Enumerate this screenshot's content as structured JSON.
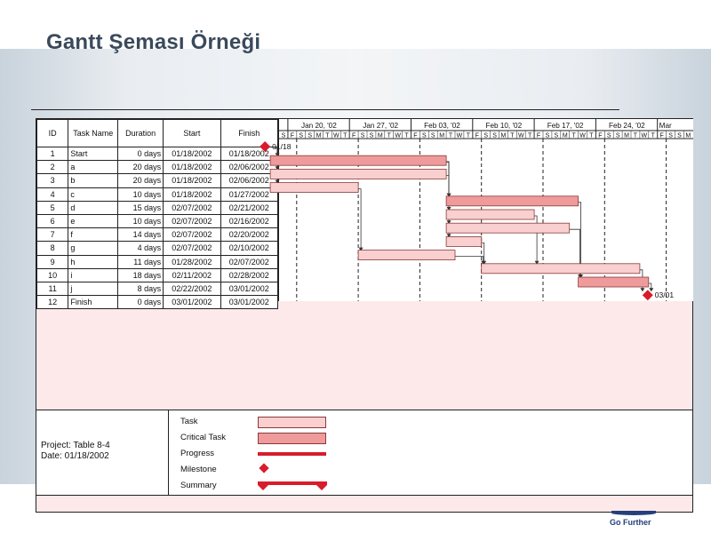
{
  "title": "Gantt Şeması Örneği",
  "table": {
    "headers": [
      "ID",
      "Task Name",
      "Duration",
      "Start",
      "Finish"
    ],
    "rows": [
      {
        "id": "1",
        "name": "Start",
        "duration": "0 days",
        "start": "01/18/2002",
        "finish": "01/18/2002"
      },
      {
        "id": "2",
        "name": "a",
        "duration": "20 days",
        "start": "01/18/2002",
        "finish": "02/06/2002"
      },
      {
        "id": "3",
        "name": "b",
        "duration": "20 days",
        "start": "01/18/2002",
        "finish": "02/06/2002"
      },
      {
        "id": "4",
        "name": "c",
        "duration": "10 days",
        "start": "01/18/2002",
        "finish": "01/27/2002"
      },
      {
        "id": "5",
        "name": "d",
        "duration": "15 days",
        "start": "02/07/2002",
        "finish": "02/21/2002"
      },
      {
        "id": "6",
        "name": "e",
        "duration": "10 days",
        "start": "02/07/2002",
        "finish": "02/16/2002"
      },
      {
        "id": "7",
        "name": "f",
        "duration": "14 days",
        "start": "02/07/2002",
        "finish": "02/20/2002"
      },
      {
        "id": "8",
        "name": "g",
        "duration": "4 days",
        "start": "02/07/2002",
        "finish": "02/10/2002"
      },
      {
        "id": "9",
        "name": "h",
        "duration": "11 days",
        "start": "01/28/2002",
        "finish": "02/07/2002"
      },
      {
        "id": "10",
        "name": "i",
        "duration": "18 days",
        "start": "02/11/2002",
        "finish": "02/28/2002"
      },
      {
        "id": "11",
        "name": "j",
        "duration": "8 days",
        "start": "02/22/2002",
        "finish": "03/01/2002"
      },
      {
        "id": "12",
        "name": "Finish",
        "duration": "0 days",
        "start": "03/01/2002",
        "finish": "03/01/2002"
      }
    ]
  },
  "timeline": {
    "weeks": [
      "Jan 20, '02",
      "Jan 27, '02",
      "Feb 03, '02",
      "Feb 10, '02",
      "Feb 17, '02",
      "Feb 24, '02",
      "Mar"
    ],
    "day_letters": [
      "S",
      "F",
      "S",
      "S",
      "M",
      "T",
      "W",
      "T",
      "F",
      "S",
      "S",
      "M",
      "T",
      "W",
      "T",
      "F",
      "S",
      "S",
      "M",
      "T",
      "W",
      "T",
      "F",
      "S",
      "S",
      "M",
      "T",
      "W",
      "T",
      "F",
      "S",
      "S",
      "M",
      "T",
      "W",
      "T",
      "F",
      "S",
      "S",
      "M",
      "T",
      "W",
      "T",
      "F",
      "S",
      "S",
      "M"
    ],
    "milestone_labels": {
      "start": "01/18",
      "finish": "03/01"
    }
  },
  "chart_data": {
    "type": "gantt",
    "tasks": [
      {
        "id": 1,
        "name": "Start",
        "start": "2002-01-18",
        "finish": "2002-01-18",
        "kind": "milestone"
      },
      {
        "id": 2,
        "name": "a",
        "start": "2002-01-18",
        "finish": "2002-02-06",
        "kind": "critical"
      },
      {
        "id": 3,
        "name": "b",
        "start": "2002-01-18",
        "finish": "2002-02-06",
        "kind": "task"
      },
      {
        "id": 4,
        "name": "c",
        "start": "2002-01-18",
        "finish": "2002-01-27",
        "kind": "task"
      },
      {
        "id": 5,
        "name": "d",
        "start": "2002-02-07",
        "finish": "2002-02-21",
        "kind": "critical"
      },
      {
        "id": 6,
        "name": "e",
        "start": "2002-02-07",
        "finish": "2002-02-16",
        "kind": "task"
      },
      {
        "id": 7,
        "name": "f",
        "start": "2002-02-07",
        "finish": "2002-02-20",
        "kind": "task"
      },
      {
        "id": 8,
        "name": "g",
        "start": "2002-02-07",
        "finish": "2002-02-10",
        "kind": "task"
      },
      {
        "id": 9,
        "name": "h",
        "start": "2002-01-28",
        "finish": "2002-02-07",
        "kind": "task"
      },
      {
        "id": 10,
        "name": "i",
        "start": "2002-02-11",
        "finish": "2002-02-28",
        "kind": "task"
      },
      {
        "id": 11,
        "name": "j",
        "start": "2002-02-22",
        "finish": "2002-03-01",
        "kind": "critical"
      },
      {
        "id": 12,
        "name": "Finish",
        "start": "2002-03-01",
        "finish": "2002-03-01",
        "kind": "milestone"
      }
    ],
    "links": [
      [
        1,
        2
      ],
      [
        1,
        3
      ],
      [
        1,
        4
      ],
      [
        2,
        5
      ],
      [
        2,
        6
      ],
      [
        2,
        7
      ],
      [
        2,
        8
      ],
      [
        3,
        5
      ],
      [
        4,
        9
      ],
      [
        6,
        10
      ],
      [
        8,
        10
      ],
      [
        5,
        11
      ],
      [
        7,
        11
      ],
      [
        9,
        10
      ],
      [
        10,
        12
      ],
      [
        11,
        12
      ]
    ]
  },
  "legend": {
    "project": "Project: Table 8-4",
    "date": "Date: 01/18/2002",
    "items": [
      "Task",
      "Critical Task",
      "Progress",
      "Milestone",
      "Summary"
    ]
  },
  "colors": {
    "task_fill": "#f9cfcf",
    "critical_fill": "#ef9b9b",
    "bar_stroke": "#8a3a3a",
    "milestone": "#d81c2c",
    "progress": "#d81c2c",
    "title": "#3a4a5c",
    "logo": "#23407a"
  },
  "logo_text": "Go Further"
}
